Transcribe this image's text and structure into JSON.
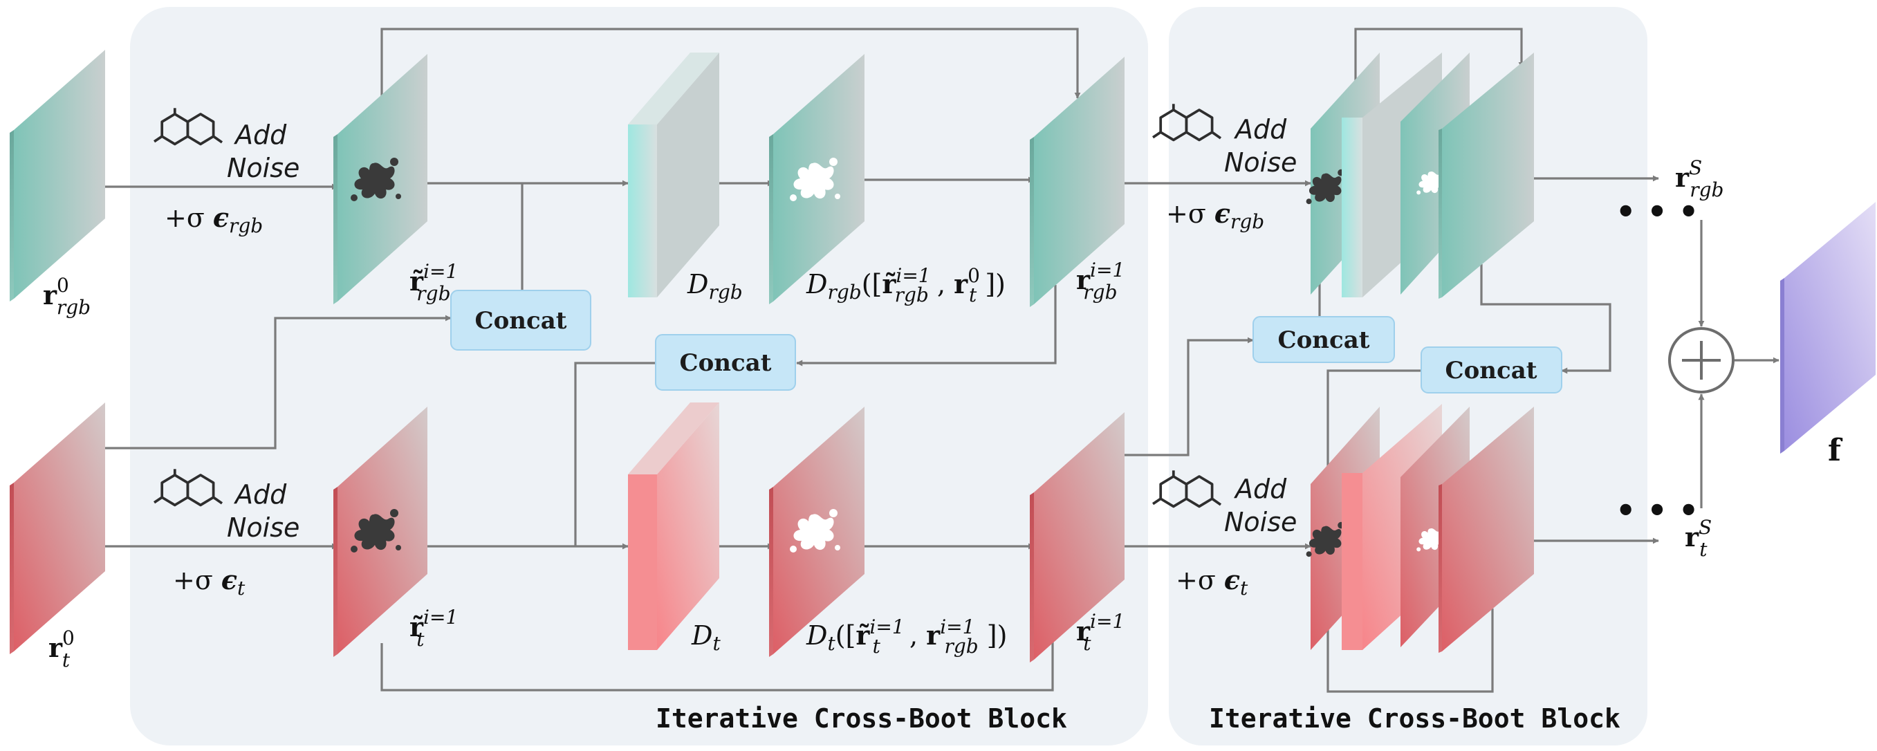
{
  "blocks": [
    {
      "label": "Iterative Cross-Boot Block"
    },
    {
      "label": "Iterative Cross-Boot Block"
    }
  ],
  "noise": {
    "line1": "Add",
    "line2": "Noise"
  },
  "concat": {
    "label": "Concat"
  },
  "inputs": {
    "rgb": {
      "base": "r",
      "sup": "0",
      "sub": "rgb"
    },
    "t": {
      "base": "r",
      "sup": "0",
      "sub": "t"
    }
  },
  "noise_terms": {
    "rgb": {
      "prefix": "+σ ",
      "eps": "ϵ",
      "sub": "rgb"
    },
    "t": {
      "prefix": "+σ ",
      "eps": "ϵ",
      "sub": "t"
    }
  },
  "noisy": {
    "rgb": {
      "base": "r̃",
      "sup": "i=1",
      "sub": "rgb"
    },
    "t": {
      "base": "r̃",
      "sup": "i=1",
      "sub": "t"
    }
  },
  "denoisers": {
    "rgb": {
      "name": "D",
      "sub": "rgb"
    },
    "t": {
      "name": "D",
      "sub": "t"
    }
  },
  "denoised": {
    "rgb": {
      "fn": "D",
      "fn_sub": "rgb",
      "open": "([",
      "a": "r̃",
      "a_sup": "i=1",
      "a_sub": "rgb",
      "sep": " , ",
      "b": "r",
      "b_sup": "0",
      "b_sub": "t",
      "close": " ])"
    },
    "t": {
      "fn": "D",
      "fn_sub": "t",
      "open": "([",
      "a": "r̃",
      "a_sup": "i=1",
      "a_sub": "t",
      "sep": " , ",
      "b": "r",
      "b_sup": "i=1",
      "b_sub": "rgb",
      "close": " ])"
    }
  },
  "outputs_block1": {
    "rgb": {
      "base": "r",
      "sup": "i=1",
      "sub": "rgb"
    },
    "t": {
      "base": "r",
      "sup": "i=1",
      "sub": "t"
    }
  },
  "final_outputs": {
    "rgb": {
      "base": "r",
      "sup": "S",
      "sub": "rgb"
    },
    "t": {
      "base": "r",
      "sup": "S",
      "sub": "t"
    }
  },
  "ellipsis": "• • •",
  "fused": {
    "label": "f"
  },
  "colors": {
    "rgb_stream": "#7fc4b7",
    "rgb_denoiser": "#aee9e4",
    "t_stream": "#dd6f74",
    "t_denoiser": "#f58e92",
    "fused": "#a79be4",
    "concat_fill": "#c6e6f7",
    "block_bg": "#eef2f6"
  },
  "icons": [
    "molecule-icon",
    "noise-splat-icon",
    "plus-circle-icon",
    "arrow-icon"
  ]
}
